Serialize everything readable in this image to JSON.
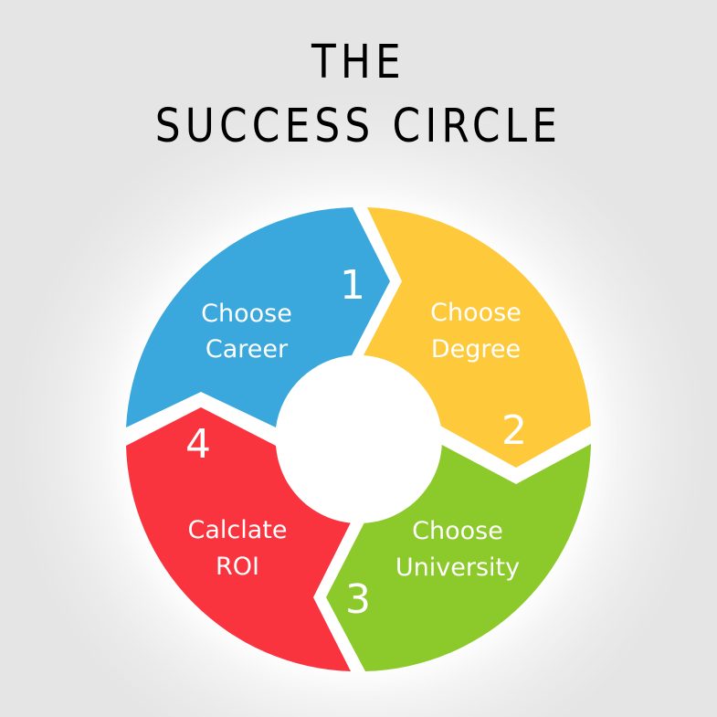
{
  "title": {
    "line1": "THE",
    "line2": "SUCCESS CIRCLE"
  },
  "colors": {
    "background": "#e5e5e5",
    "center": "#ffffff",
    "step1": "#3aa8dc",
    "step2": "#fec93b",
    "step3": "#8cc92a",
    "step4": "#f9343f",
    "text": "#ffffff"
  },
  "steps": [
    {
      "number": "1",
      "line1": "Choose",
      "line2": "Career",
      "color": "#3aa8dc"
    },
    {
      "number": "2",
      "line1": "Choose",
      "line2": "Degree",
      "color": "#fec93b"
    },
    {
      "number": "3",
      "line1": "Choose",
      "line2": "University",
      "color": "#8cc92a"
    },
    {
      "number": "4",
      "line1": "Calclate",
      "line2": "ROI",
      "color": "#f9343f"
    }
  ]
}
